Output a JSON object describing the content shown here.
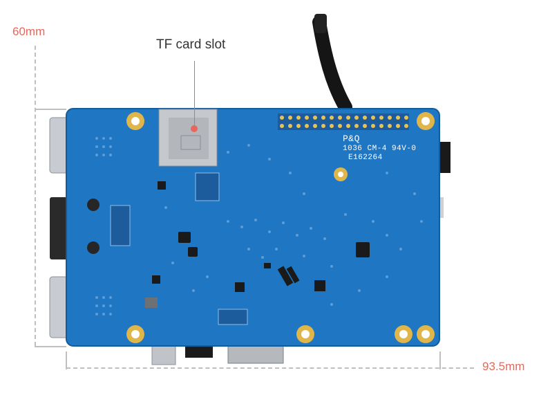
{
  "labels": {
    "height": "60mm",
    "width": "93.5mm",
    "tf_slot": "TF card slot"
  },
  "board_markings": {
    "maker": "P&Q",
    "line1": "1036 CM-4 94V-0",
    "line2": "E162264"
  },
  "colors": {
    "board": "#1f77c4",
    "dimension": "#e8675a",
    "dashed": "#bfbfbf"
  }
}
